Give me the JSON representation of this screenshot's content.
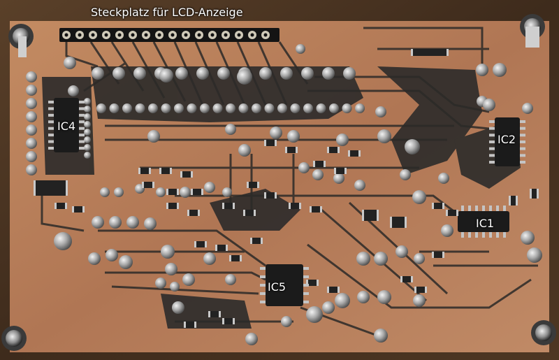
{
  "labels": {
    "header": "Steckplatz für LCD-Anzeige",
    "ic4": "IC4",
    "ic2": "IC2",
    "ic1": "IC1",
    "ic5": "IC5"
  },
  "colors": {
    "wood": "#4a3422",
    "board": "#b9825a",
    "copper_track": "#2c2c2a",
    "solder": "#b8b8b8",
    "chip": "#1b1b1b"
  }
}
